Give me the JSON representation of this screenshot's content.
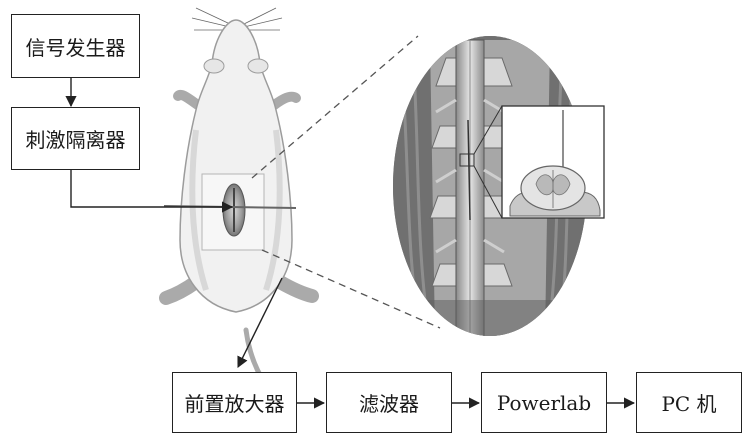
{
  "blocks": {
    "signal_generator": "信号发生器",
    "stimulus_isolator": "刺激隔离器",
    "preamplifier": "前置放大器",
    "filter": "滤波器",
    "powerlab": "Powerlab",
    "pc": "PC 机"
  },
  "colors": {
    "box_border": "#222222",
    "text": "#1a1a1a",
    "rat_fill": "#f1f1f1",
    "tissue_dark": "#6f6f6f",
    "tissue_light": "#bdbdbd"
  },
  "icons": {
    "rat": "rat-illustration",
    "spinal_detail": "spinal-cord-zoom-illustration",
    "cross_section": "spinal-cord-cross-section-inset"
  }
}
